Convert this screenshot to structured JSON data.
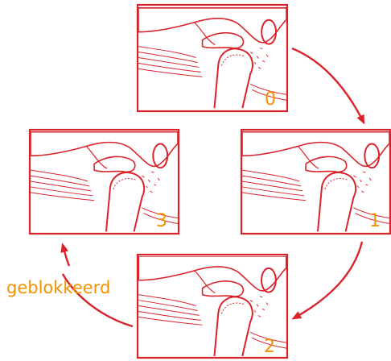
{
  "colors": {
    "line": "#d9222a",
    "accent": "#f39200",
    "background": "#ffffff"
  },
  "icons": [
    "jaw-joint-cross-section-illustration",
    "cycle-arrow-icon"
  ],
  "panels": [
    {
      "label": "0"
    },
    {
      "label": "1"
    },
    {
      "label": "2"
    },
    {
      "label": "3"
    }
  ],
  "caption": "geblokkeerd"
}
